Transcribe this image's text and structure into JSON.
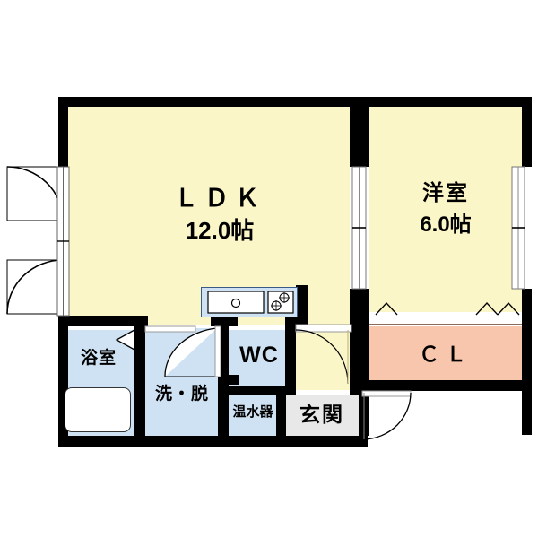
{
  "plan": {
    "type": "japanese-apartment-floor-plan",
    "layout_code": "1LDK",
    "rooms": [
      {
        "id": "ldk",
        "label_main": "ＬＤＫ",
        "label_sub": "12.0帖",
        "fill": "#fbf6c8"
      },
      {
        "id": "washitsu",
        "label_main": "洋室",
        "label_sub": "6.0帖",
        "fill": "#fbf6c8"
      },
      {
        "id": "closet",
        "label_main": "ＣＬ",
        "label_sub": "",
        "fill": "#f8c6ac"
      },
      {
        "id": "bath",
        "label_main": "浴室",
        "label_sub": "",
        "fill": "#cfe2f3"
      },
      {
        "id": "washroom",
        "label_main": "洗・脱",
        "label_sub": "",
        "fill": "#cfe2f3"
      },
      {
        "id": "toilet",
        "label_main": "WC",
        "label_sub": "",
        "fill": "#cfe2f3"
      },
      {
        "id": "heater",
        "label_main": "温水器",
        "label_sub": "",
        "fill": "#cfe2f3"
      },
      {
        "id": "genkan",
        "label_main": "玄関",
        "label_sub": "",
        "fill": "#e8e8e8"
      },
      {
        "id": "hall",
        "label_main": "",
        "label_sub": "",
        "fill": "#fbf6c8"
      }
    ],
    "fixtures": [
      {
        "id": "kitchen-sink",
        "name": "sink"
      },
      {
        "id": "kitchen-stove",
        "name": "three-burner-stove"
      },
      {
        "id": "bathtub",
        "name": "bathtub"
      }
    ],
    "openings": [
      {
        "id": "balcony-door-upper",
        "name": "hinged-door"
      },
      {
        "id": "balcony-door-lower",
        "name": "hinged-door"
      },
      {
        "id": "ldk-window-left",
        "name": "sliding-window"
      },
      {
        "id": "bedroom-window-right",
        "name": "sliding-window"
      },
      {
        "id": "ldk-bedroom-sliding-door",
        "name": "sliding-door"
      },
      {
        "id": "closet-folding-door",
        "name": "folding-door"
      },
      {
        "id": "entrance-door",
        "name": "hinged-door"
      },
      {
        "id": "hall-door",
        "name": "hinged-door"
      },
      {
        "id": "washroom-door",
        "name": "hinged-door"
      },
      {
        "id": "bath-door",
        "name": "folding-door"
      }
    ],
    "colors": {
      "wall": "#000000",
      "living_fill": "#fbf6c8",
      "water_fill": "#cfe2f3",
      "closet_fill": "#f8c6ac",
      "entrance_fill": "#e8e8e8",
      "background": "#ffffff"
    }
  },
  "labels": {
    "ldk_main": "ＬＤＫ",
    "ldk_sub": "12.0帖",
    "bedroom_main": "洋室",
    "bedroom_sub": "6.0帖",
    "closet": "ＣＬ",
    "bath": "浴室",
    "washroom": "洗・脱",
    "toilet": "WC",
    "heater": "温水器",
    "entrance": "玄関"
  }
}
